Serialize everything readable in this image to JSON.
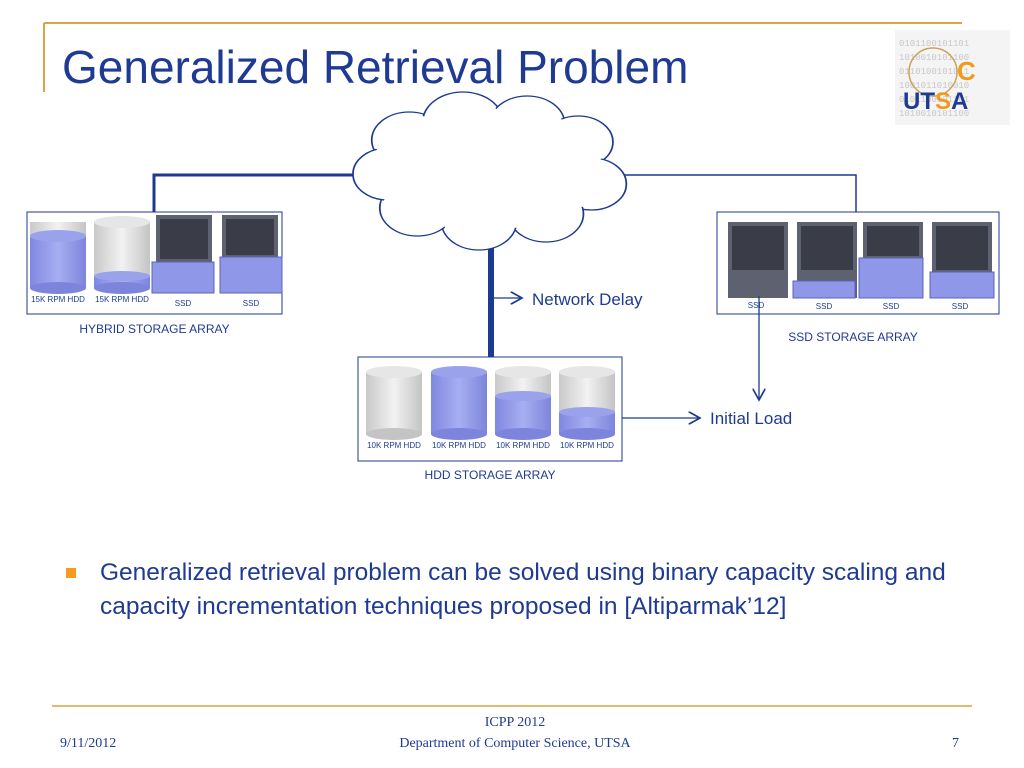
{
  "title": "Generalized Retrieval Problem",
  "logo": {
    "letters": [
      "C",
      "UTSA"
    ],
    "background_digits": "0101100101101001010110010110100101011001"
  },
  "arrays": {
    "hybrid": {
      "name": "HYBRID STORAGE ARRAY",
      "units": [
        "15K RPM HDD",
        "15K RPM HDD",
        "SSD",
        "SSD"
      ]
    },
    "ssd": {
      "name": "SSD STORAGE ARRAY",
      "units": [
        "SSD",
        "SSD",
        "SSD",
        "SSD"
      ]
    },
    "hdd": {
      "name": "HDD STORAGE ARRAY",
      "units": [
        "10K RPM HDD",
        "10K RPM HDD",
        "10K RPM HDD",
        "10K RPM HDD"
      ]
    }
  },
  "callouts": {
    "network_delay": "Network Delay",
    "initial_load": "Initial Load"
  },
  "bullet": "Generalized retrieval problem can be solved using binary capacity scaling and capacity incrementation techniques proposed in [Altiparmak’12]",
  "footer": {
    "date": "9/11/2012",
    "conference": "ICPP 2012",
    "department": "Department of Computer Science, UTSA",
    "page": "7"
  },
  "colors": {
    "title": "#1F3A93",
    "accent": "#F79A1E",
    "cylinder_fill": "#8E97E8",
    "cylinder_empty": "#DCDCDC",
    "link": "#1C3A8F"
  }
}
